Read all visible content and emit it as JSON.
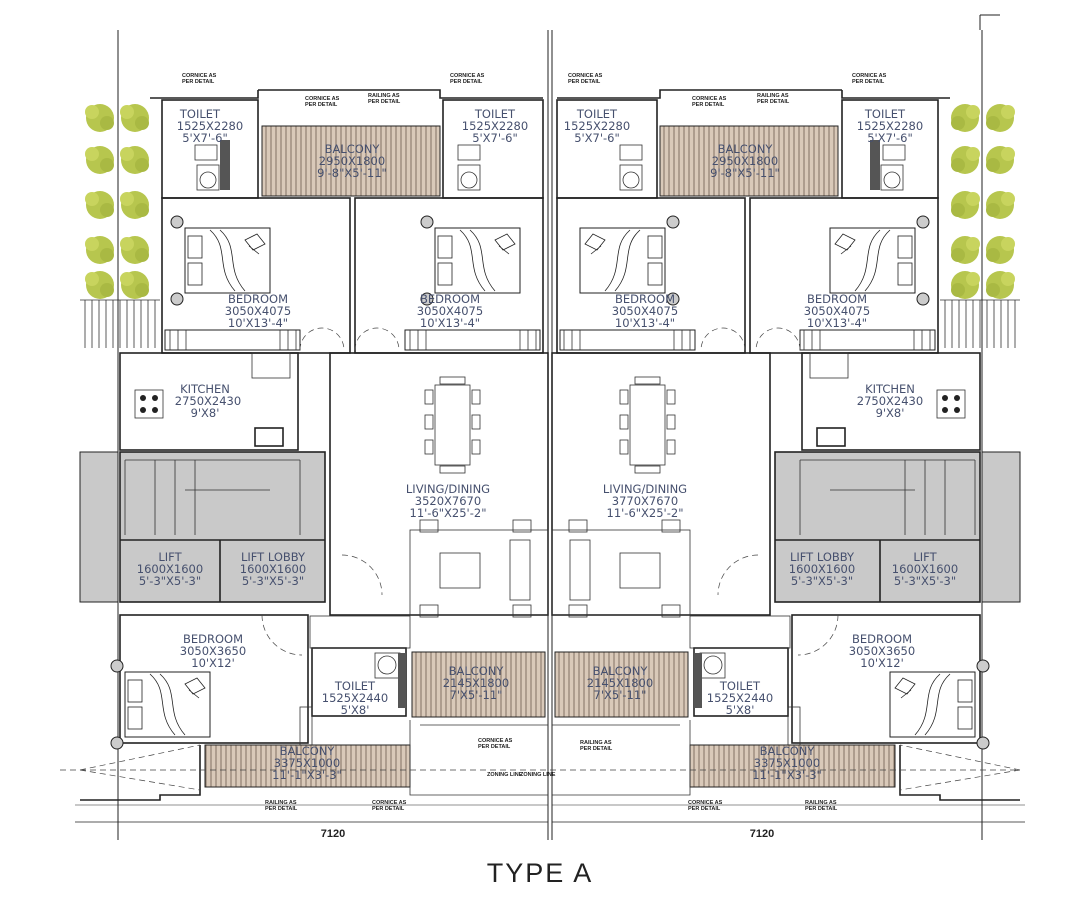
{
  "title": "TYPE A",
  "colors": {
    "balcony": "#d9c9b9",
    "lift": "#c9c9c9",
    "tree": "#b7c64e",
    "label": "#46506e"
  },
  "notes": {
    "cornice_1": "CORNICE AS",
    "cornice_2": "PER DETAIL",
    "railing_1": "RAILING AS",
    "railing_2": "PER DETAIL",
    "zoning": "ZONING LINE",
    "zoning2": "ZONING LINE"
  },
  "left": {
    "toilet_a": [
      "TOILET",
      "1525X2280",
      "5'X7'-6\""
    ],
    "balcony_a": [
      "BALCONY",
      "2950X1800",
      "9'-8\"X5'-11\""
    ],
    "toilet_b": [
      "TOILET",
      "1525X2280",
      "5'X7'-6\""
    ],
    "bedroom_a": [
      "BEDROOM",
      "3050X4075",
      "10'X13'-4\""
    ],
    "bedroom_b": [
      "BEDROOM",
      "3050X4075",
      "10'X13'-4\""
    ],
    "kitchen": [
      "KITCHEN",
      "2750X2430",
      "9'X8'"
    ],
    "living": [
      "LIVING/DINING",
      "3520X7670",
      "11'-6\"X25'-2\""
    ],
    "lift": [
      "LIFT",
      "1600X1600",
      "5'-3\"X5'-3\""
    ],
    "lift_lobby": [
      "LIFT LOBBY",
      "1600X1600",
      "5'-3\"X5'-3\""
    ],
    "bedroom_c": [
      "BEDROOM",
      "3050X3650",
      "10'X12'"
    ],
    "toilet_c": [
      "TOILET",
      "1525X2440",
      "5'X8'"
    ],
    "balcony_b": [
      "BALCONY",
      "2145X1800",
      "7'X5'-11\""
    ],
    "balcony_c": [
      "BALCONY",
      "3375X1000",
      "11'-1\"X3'-3\""
    ],
    "width": "7120"
  },
  "right": {
    "toilet_a": [
      "TOILET",
      "1525X2280",
      "5'X7'-6\""
    ],
    "balcony_a": [
      "BALCONY",
      "2950X1800",
      "9'-8\"X5'-11\""
    ],
    "toilet_b": [
      "TOILET",
      "1525X2280",
      "5'X7'-6\""
    ],
    "bedroom_a": [
      "BEDROOM",
      "3050X4075",
      "10'X13'-4\""
    ],
    "bedroom_b": [
      "BEDROOM",
      "3050X4075",
      "10'X13'-4\""
    ],
    "kitchen": [
      "KITCHEN",
      "2750X2430",
      "9'X8'"
    ],
    "living": [
      "LIVING/DINING",
      "3770X7670",
      "11'-6\"X25'-2\""
    ],
    "lift": [
      "LIFT",
      "1600X1600",
      "5'-3\"X5'-3\""
    ],
    "lift_lobby": [
      "LIFT LOBBY",
      "1600X1600",
      "5'-3\"X5'-3\""
    ],
    "bedroom_c": [
      "BEDROOM",
      "3050X3650",
      "10'X12'"
    ],
    "toilet_c": [
      "TOILET",
      "1525X2440",
      "5'X8'"
    ],
    "balcony_b": [
      "BALCONY",
      "2145X1800",
      "7'X5'-11\""
    ],
    "balcony_c": [
      "BALCONY",
      "3375X1000",
      "11'-1\"X3'-3\""
    ],
    "width": "7120"
  }
}
